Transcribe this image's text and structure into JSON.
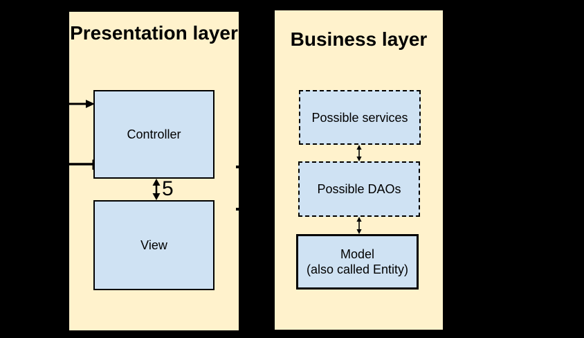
{
  "colors": {
    "background": "#000000",
    "panel_fill": "#fff2cc",
    "box_fill": "#cfe2f3",
    "line_color": "#000000"
  },
  "presentation_layer": {
    "title": "Presentation layer",
    "controller_label": "Controller",
    "view_label": "View",
    "gap_label": "5"
  },
  "business_layer": {
    "title": "Business layer",
    "services_label": "Possible services",
    "daos_label": "Possible DAOs",
    "model_label_line1": "Model",
    "model_label_line2": "(also called Entity)"
  }
}
